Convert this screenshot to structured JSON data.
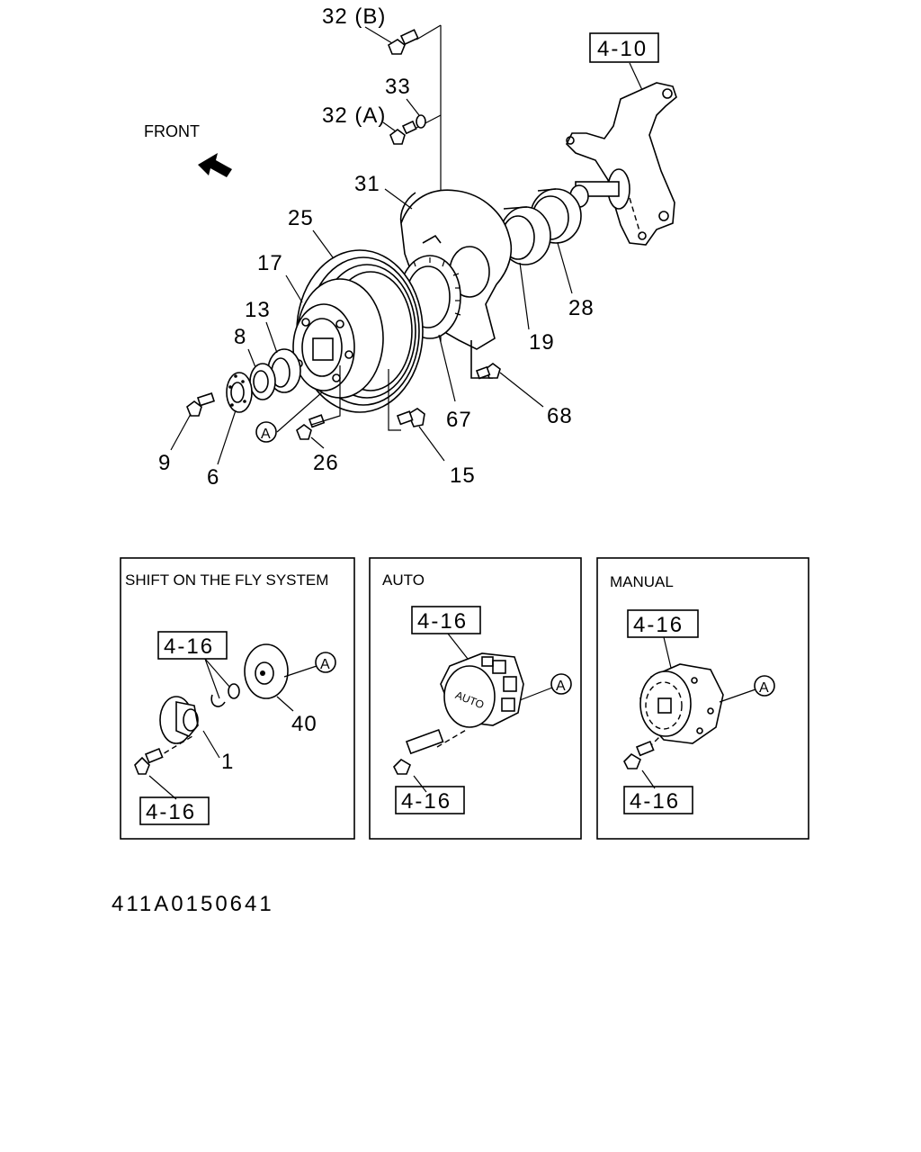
{
  "front_label": "FRONT",
  "callouts": {
    "c32b": "32 (B)",
    "c33": "33",
    "c32a": "32 (A)",
    "c31": "31",
    "c25": "25",
    "c17": "17",
    "c13": "13",
    "c8": "8",
    "c9": "9",
    "c6": "6",
    "c26": "26",
    "c15": "15",
    "c67": "67",
    "c68": "68",
    "c19": "19",
    "c28": "28",
    "c40": "40",
    "c1": "1"
  },
  "ref_boxes": {
    "knuckle": "4-10",
    "shift_top": "4-16",
    "shift_bottom": "4-16",
    "auto_top": "4-16",
    "auto_bottom": "4-16",
    "manual_top": "4-16",
    "manual_bottom": "4-16"
  },
  "connector_letter": "A",
  "hub_label": "AUTO",
  "panels": {
    "shift": {
      "title": "SHIFT ON THE FLY SYSTEM"
    },
    "auto": {
      "title": "AUTO"
    },
    "manual": {
      "title": "MANUAL"
    }
  },
  "figure_code": "411A0150641"
}
